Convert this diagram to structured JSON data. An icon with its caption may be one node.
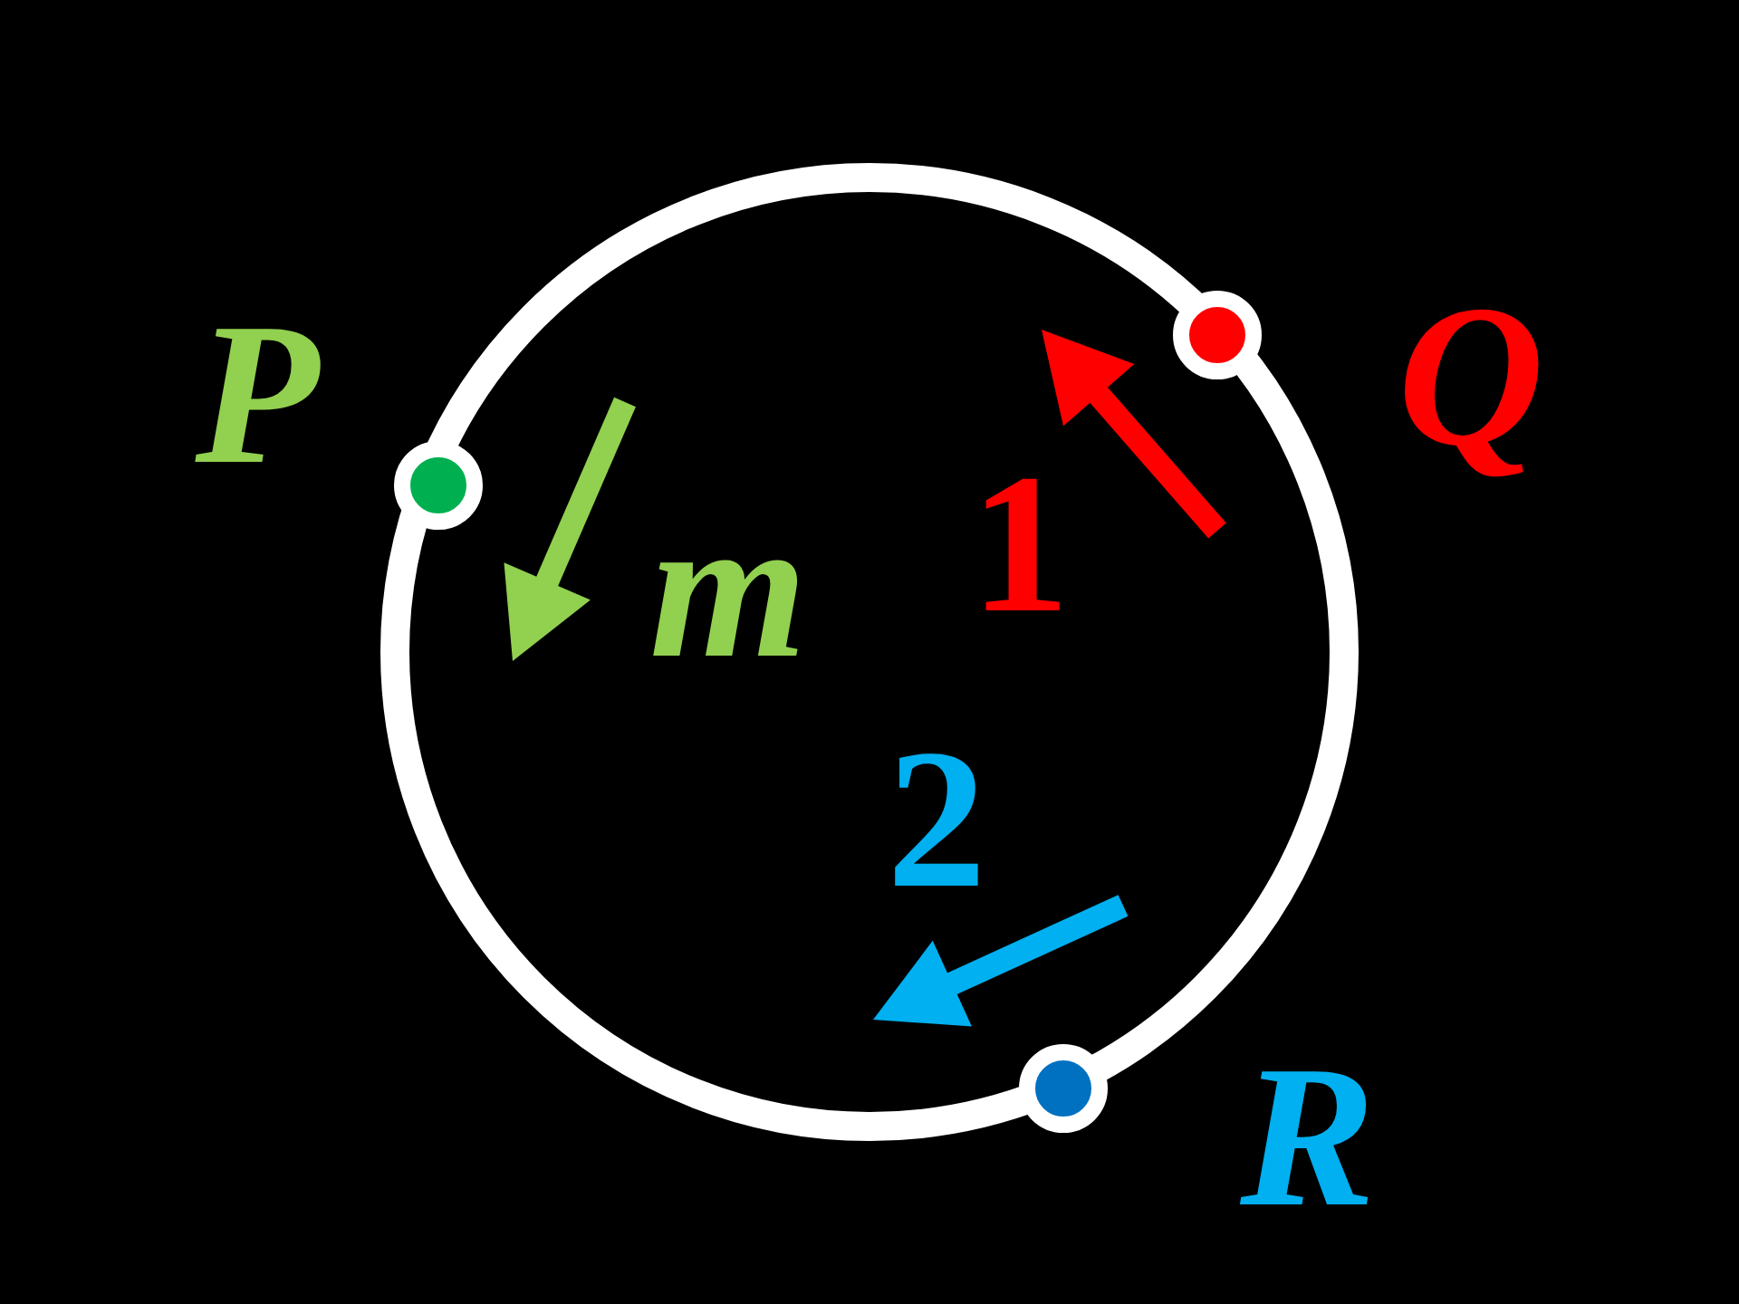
{
  "diagram": {
    "labels": [
      "P",
      "Q",
      "m",
      "1",
      "2",
      "R"
    ]
  }
}
